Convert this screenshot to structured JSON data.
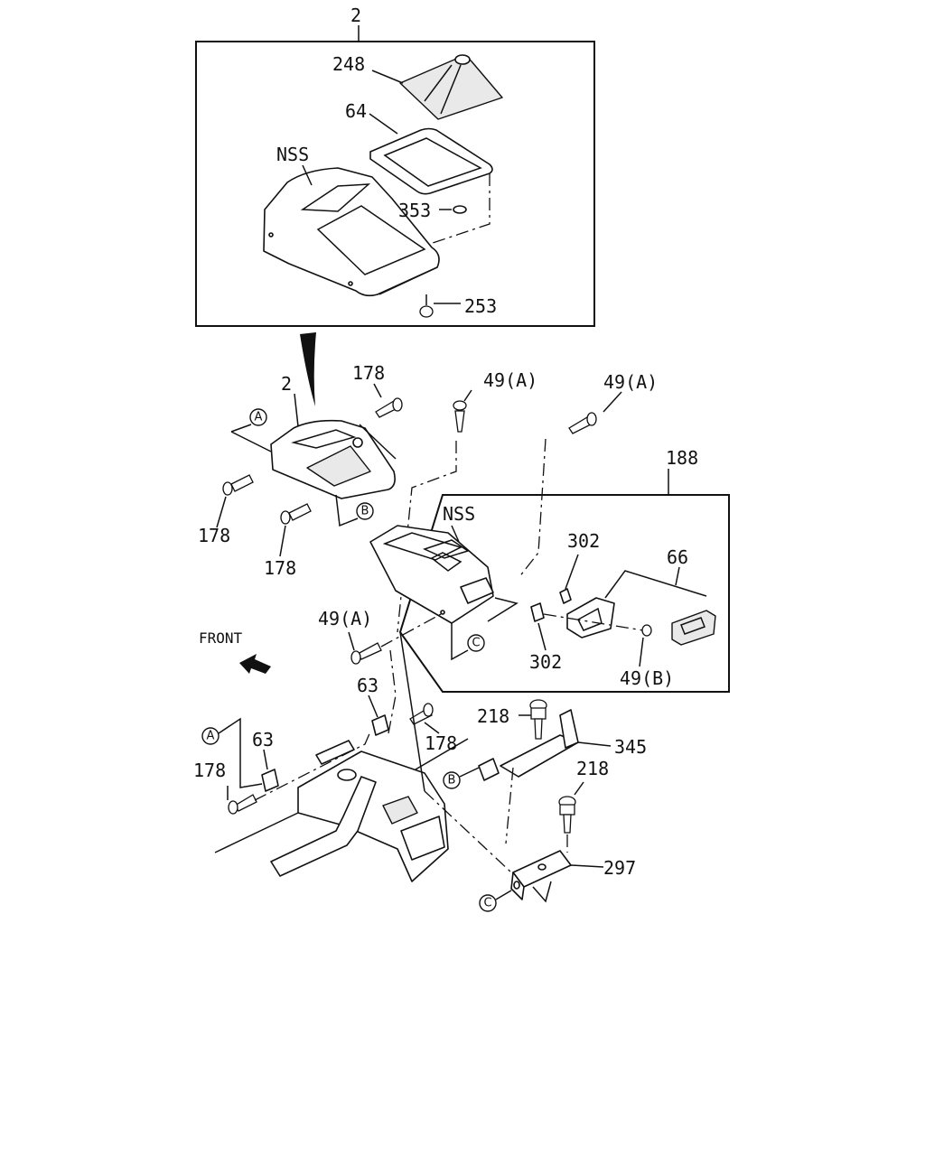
{
  "labels": {
    "top_assembly": "2",
    "boot": "248",
    "trim_plate": "64",
    "nss_upper": "NSS",
    "clip": "353",
    "screw_253": "253",
    "screw_178_top": "178",
    "assembly_2": "2",
    "screw_49a_1": "49(A)",
    "screw_49a_2": "49(A)",
    "group_188": "188",
    "nss_lower": "NSS",
    "part_302_top": "302",
    "part_66": "66",
    "screw_178_left": "178",
    "screw_178_mid": "178",
    "front": "FRONT",
    "screw_49a_3": "49(A)",
    "part_302_bottom": "302",
    "screw_49b": "49(B)",
    "bracket_63_top": "63",
    "screw_178_right": "178",
    "bolt_218_1": "218",
    "bracket_345": "345",
    "bracket_63_left": "63",
    "screw_178_bottom": "178",
    "bolt_218_2": "218",
    "bracket_297": "297"
  },
  "callouts": {
    "A": "A",
    "B": "B",
    "C": "C"
  },
  "icons": [
    "front-arrow-icon",
    "screw-icon",
    "bolt-icon",
    "clip-icon"
  ]
}
